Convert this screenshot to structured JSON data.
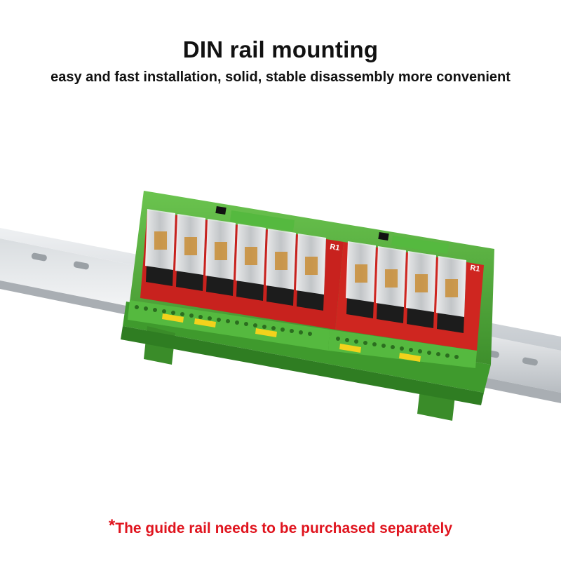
{
  "header": {
    "title": "DIN rail mounting",
    "subtitle": "easy and fast installation, solid, stable disassembly more convenient"
  },
  "photo": {
    "subject": "relay-module-on-din-rail",
    "relay_count": 10,
    "board_marks": [
      "R1",
      "R1"
    ]
  },
  "footer": {
    "star": "*",
    "note": "The guide rail needs to be purchased separately"
  },
  "colors": {
    "heading": "#111111",
    "note": "#e0141e",
    "housing_green": "#4fae3a",
    "pcb_red": "#c8221e",
    "rail_silver": "#c8cdd1"
  }
}
